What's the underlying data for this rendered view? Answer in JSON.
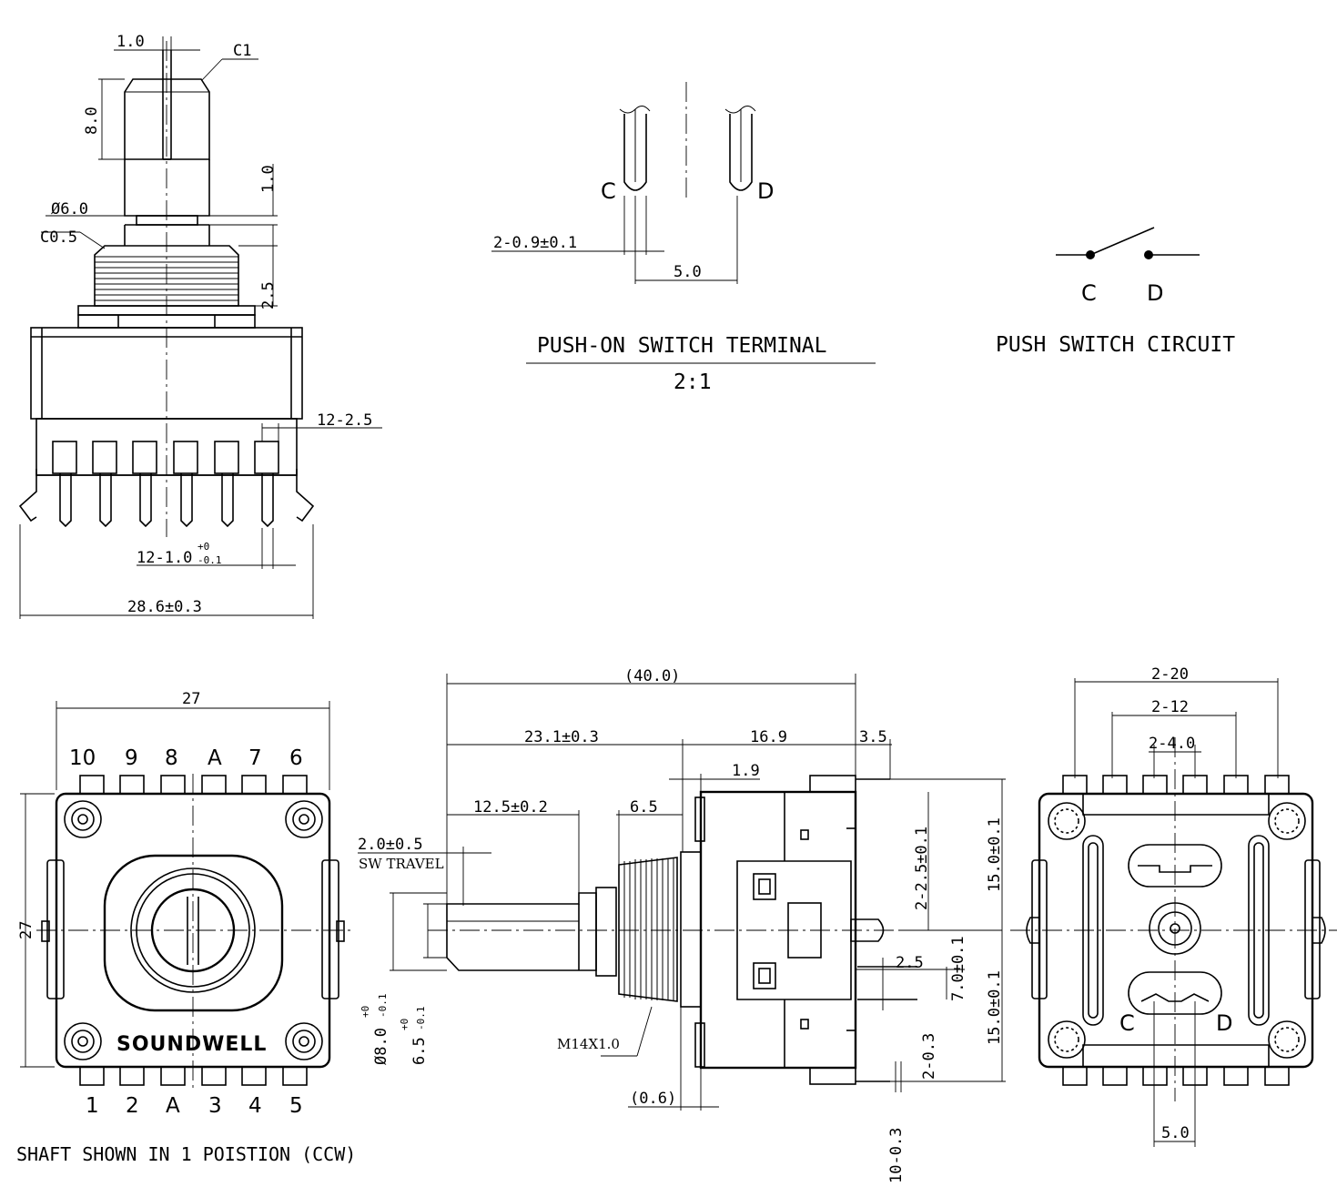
{
  "side_view": {
    "dims": {
      "slot_width": "1.0",
      "chamfer_top": "C1",
      "flat_length": "8.0",
      "shaft_step": "1.0",
      "shaft_dia": "Ø6.0",
      "chamfer_base": "C0.5",
      "thread_gap": "2.5",
      "pin_pitch": "12-2.5",
      "pin_width_base": "12-1.0",
      "pin_width_tol_upper": "+0",
      "pin_width_tol_lower": "-0.1",
      "overall_width": "28.6±0.3"
    }
  },
  "terminal_view": {
    "label_c": "C",
    "label_d": "D",
    "dims": {
      "pin_width": "2-0.9±0.1",
      "pin_pitch": "5.0"
    },
    "title": "PUSH-ON SWITCH TERMINAL",
    "scale": "2:1"
  },
  "circuit_view": {
    "label_c": "C",
    "label_d": "D",
    "title": "PUSH SWITCH CIRCUIT"
  },
  "front_view": {
    "top_width": "27",
    "side_height": "27",
    "top_pins": [
      "10",
      "9",
      "8",
      "A",
      "7",
      "6"
    ],
    "bottom_pins": [
      "1",
      "2",
      "A",
      "3",
      "4",
      "5"
    ],
    "brand": "SOUNDWELL",
    "note": "SHAFT SHOWN IN 1 POISTION (CCW)"
  },
  "profile_view": {
    "dims": {
      "overall_length": "(40.0)",
      "shaft_length": "23.1±0.3",
      "body_length": "16.9",
      "terminal_offset": "3.5",
      "step": "1.9",
      "flat_length": "12.5±0.2",
      "thread_length": "6.5",
      "sw_travel": "2.0±0.5",
      "sw_travel_label": "SW TRAVEL",
      "shaft_dia_base": "Ø8.0",
      "shaft_dia_tol_upper": "+0",
      "shaft_dia_tol_lower": "-0.1",
      "flat_dia_base": "6.5",
      "flat_dia_tol_upper": "+0",
      "flat_dia_tol_lower": "-0.1",
      "thread": "M14X1.0",
      "nut_gap": "(0.6)",
      "pin_spacing": "2-2.5±0.1",
      "pin_length": "2.5",
      "pin_height": "7.0±0.1",
      "half_height_upper": "15.0±0.1",
      "half_height_lower": "15.0±0.1",
      "pin_thickness": "2-0.3",
      "pin_row_thickness": "10-0.3"
    }
  },
  "rear_view": {
    "dims": {
      "outer_pitch": "2-20",
      "mid_pitch": "2-12",
      "inner_pitch": "2-4.0",
      "switch_pitch": "5.0"
    },
    "label_c": "C",
    "label_d": "D"
  }
}
